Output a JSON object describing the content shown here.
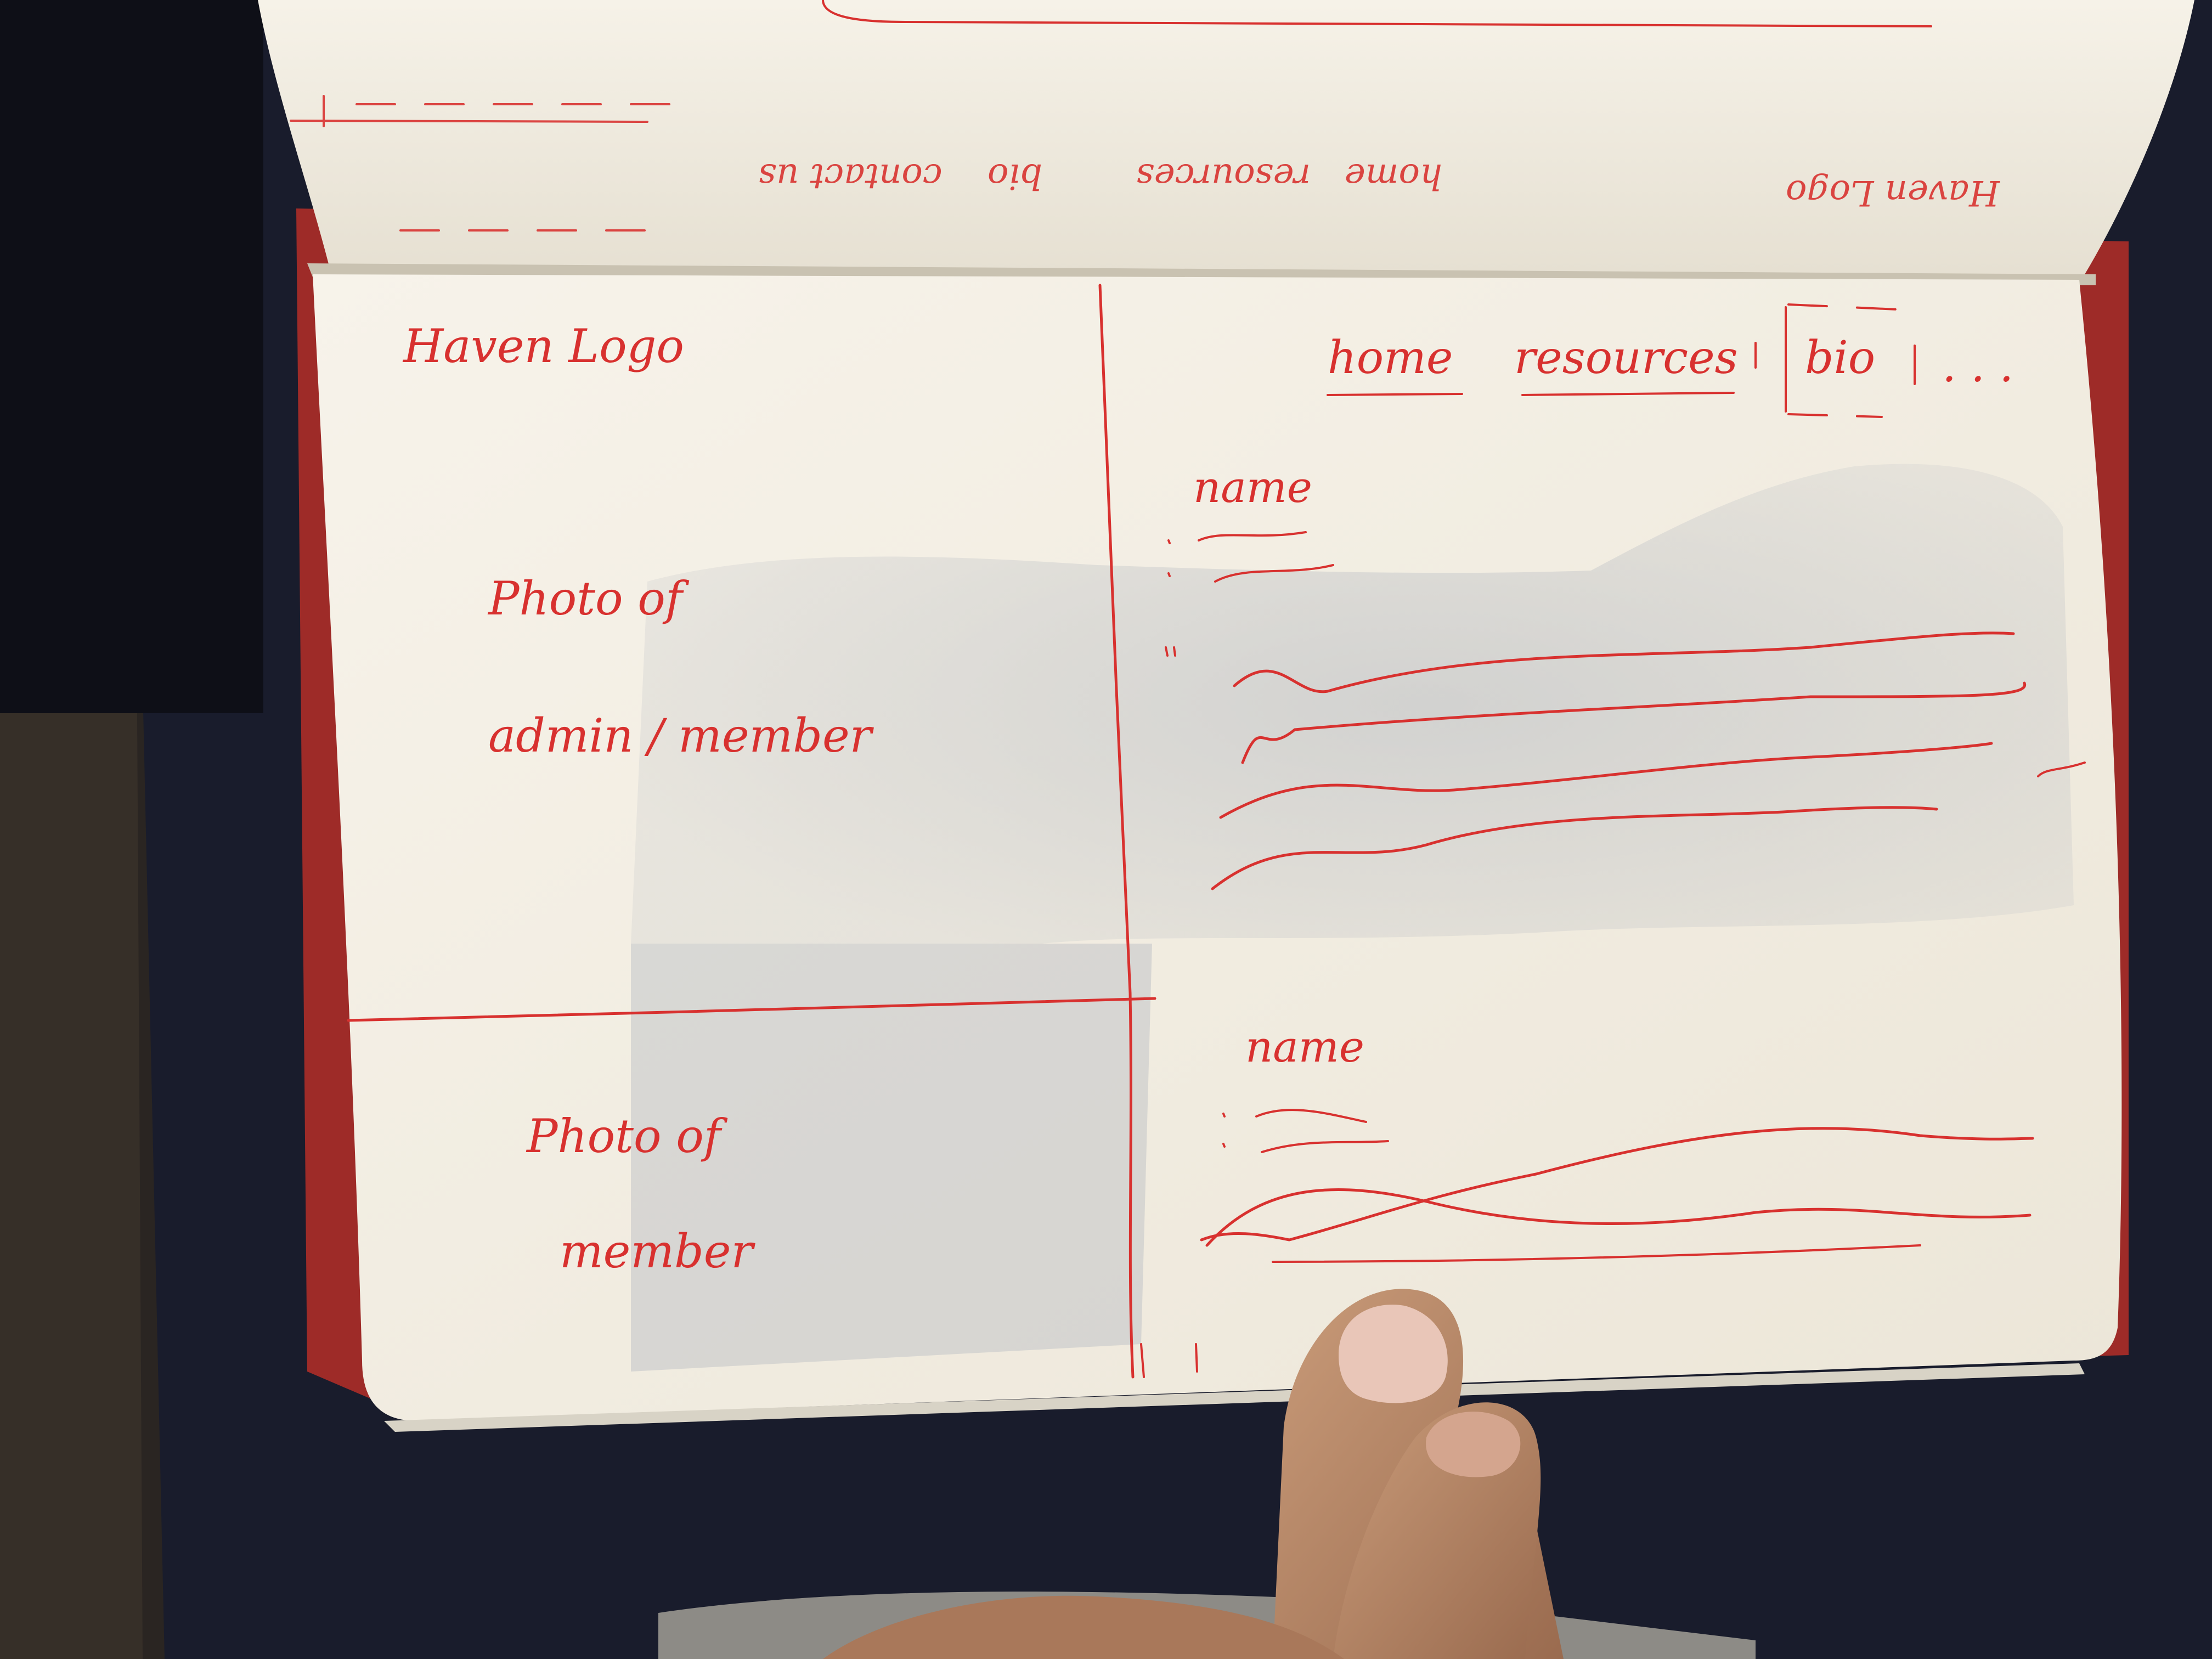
{
  "page_left": {
    "logo_text": "Haven Logo",
    "photo_top_line1": "Photo of",
    "photo_top_line2": "admin / member",
    "photo_bottom_line1": "Photo of",
    "photo_bottom_line2": "member"
  },
  "page_right": {
    "nav": {
      "home": "home",
      "resources": "resources",
      "bio": "bio",
      "more": ". . ."
    },
    "card_top": {
      "name": "name"
    },
    "card_bottom": {
      "name": "name"
    }
  },
  "back_page_mirrored": {
    "logo_text": "Haven Logo",
    "nav_home": "home",
    "nav_resources": "resources",
    "nav_bio": "bio",
    "nav_contact": "contact us"
  },
  "colors": {
    "ink": "#d8312f",
    "paper": "#f4f0e6",
    "fabric": "#1b1e30",
    "skin": "#b98868"
  }
}
